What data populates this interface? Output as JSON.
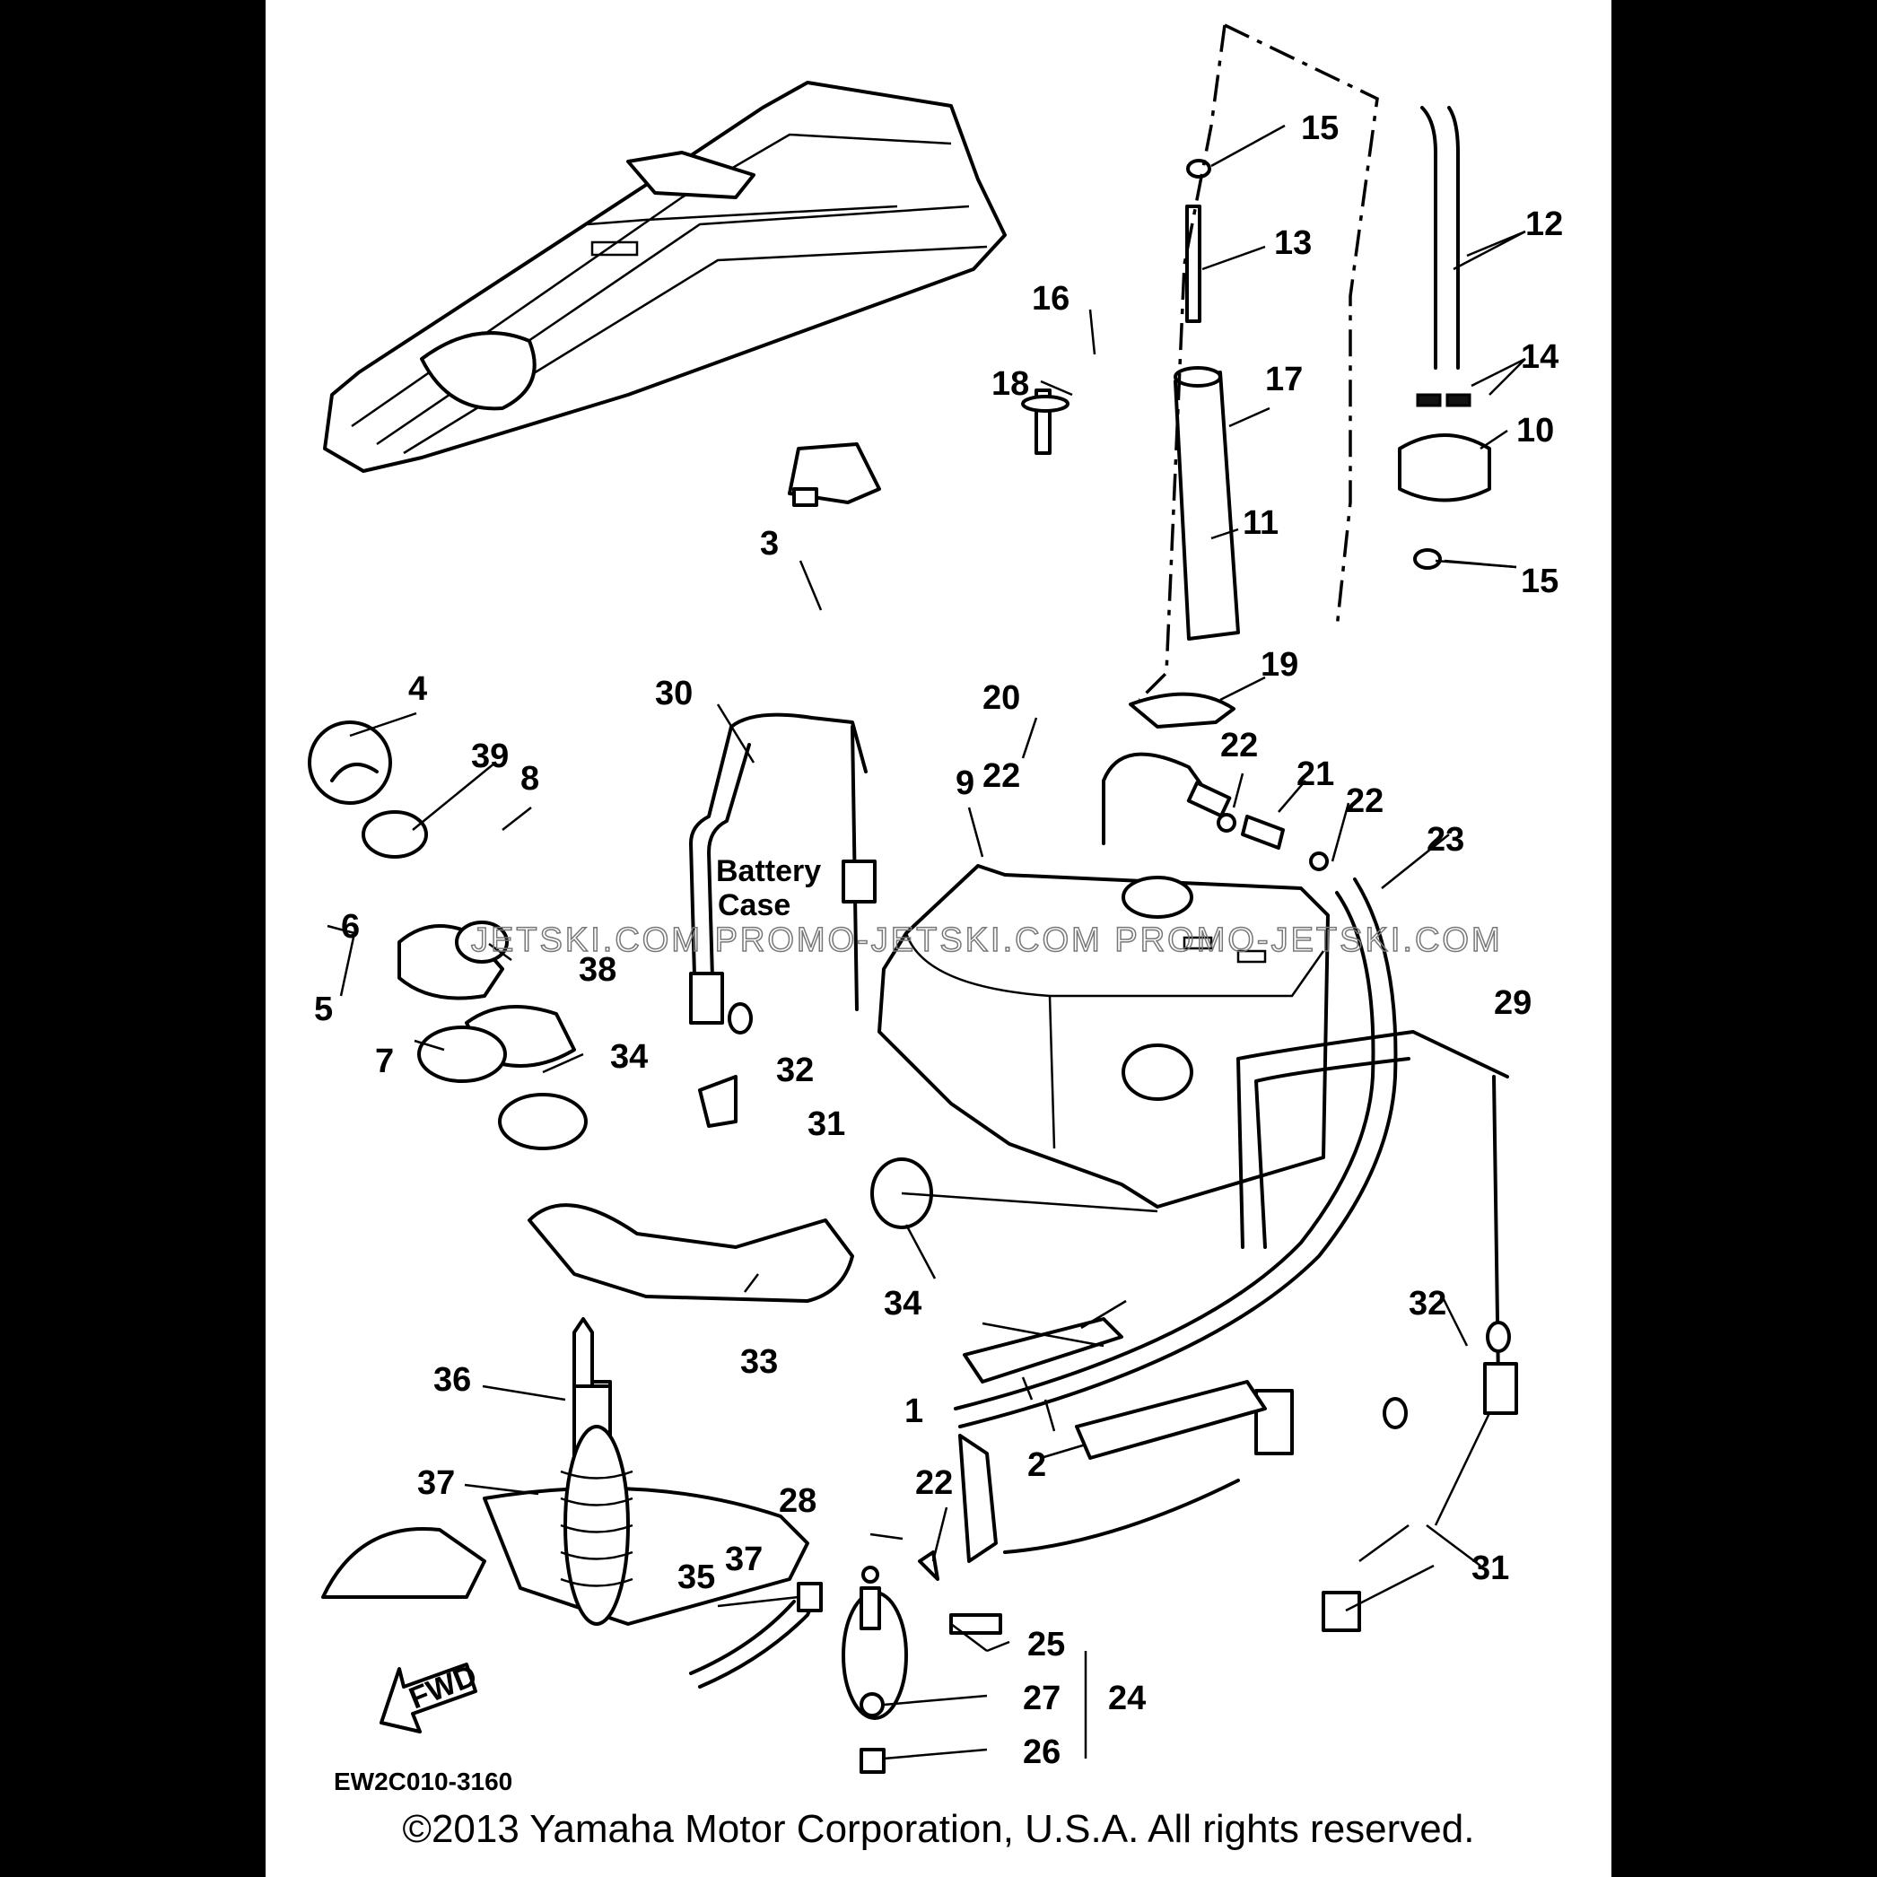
{
  "diagram": {
    "callouts": [
      {
        "id": "c15a",
        "text": "15"
      },
      {
        "id": "c13",
        "text": "13"
      },
      {
        "id": "c12",
        "text": "12"
      },
      {
        "id": "c16",
        "text": "16"
      },
      {
        "id": "c14",
        "text": "14"
      },
      {
        "id": "c18",
        "text": "18"
      },
      {
        "id": "c17",
        "text": "17"
      },
      {
        "id": "c10",
        "text": "10"
      },
      {
        "id": "c11",
        "text": "11"
      },
      {
        "id": "c15b",
        "text": "15"
      },
      {
        "id": "c3",
        "text": "3"
      },
      {
        "id": "c19",
        "text": "19"
      },
      {
        "id": "c4",
        "text": "4"
      },
      {
        "id": "c30",
        "text": "30"
      },
      {
        "id": "c20",
        "text": "20"
      },
      {
        "id": "c39",
        "text": "39"
      },
      {
        "id": "c8",
        "text": "8"
      },
      {
        "id": "c22a",
        "text": "22"
      },
      {
        "id": "c22b",
        "text": "22"
      },
      {
        "id": "c21",
        "text": "21"
      },
      {
        "id": "c22c",
        "text": "22"
      },
      {
        "id": "c9",
        "text": "9"
      },
      {
        "id": "c23",
        "text": "23"
      },
      {
        "id": "c6",
        "text": "6"
      },
      {
        "id": "c38",
        "text": "38"
      },
      {
        "id": "c5",
        "text": "5"
      },
      {
        "id": "c32a",
        "text": "32"
      },
      {
        "id": "c29",
        "text": "29"
      },
      {
        "id": "c34a",
        "text": "34"
      },
      {
        "id": "c7",
        "text": "7"
      },
      {
        "id": "c31a",
        "text": "31"
      },
      {
        "id": "c34b",
        "text": "34"
      },
      {
        "id": "c33",
        "text": "33"
      },
      {
        "id": "c32b",
        "text": "32"
      },
      {
        "id": "c36",
        "text": "36"
      },
      {
        "id": "c1",
        "text": "1"
      },
      {
        "id": "c2",
        "text": "2"
      },
      {
        "id": "c37a",
        "text": "37"
      },
      {
        "id": "c28",
        "text": "28"
      },
      {
        "id": "c22d",
        "text": "22"
      },
      {
        "id": "c31b",
        "text": "31"
      },
      {
        "id": "c35",
        "text": "35"
      },
      {
        "id": "c37b",
        "text": "37"
      },
      {
        "id": "c25",
        "text": "25"
      },
      {
        "id": "c24",
        "text": "24"
      },
      {
        "id": "c27",
        "text": "27"
      },
      {
        "id": "c26",
        "text": "26"
      }
    ],
    "battery_case_label_line1": "Battery",
    "battery_case_label_line2": "Case",
    "fwd_label": "FWD",
    "drawing_code": "EW2C010-3160",
    "watermark": "JETSKI.COM  PROMO-JETSKI.COM  PROMO-JETSKI.COM"
  },
  "copyright": "©2013 Yamaha Motor Corporation, U.S.A. All rights reserved."
}
